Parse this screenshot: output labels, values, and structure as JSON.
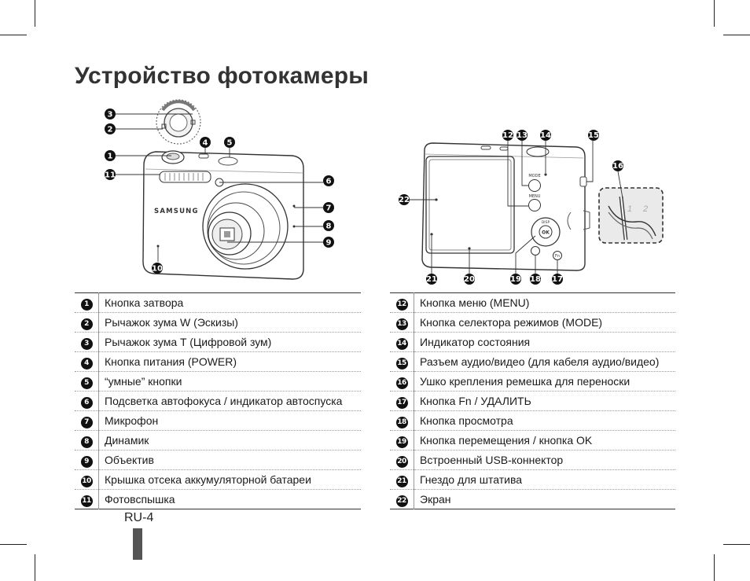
{
  "page": {
    "title": "Устройство фотокамеры",
    "page_number": "RU-4"
  },
  "front_figure": {
    "brand": "SAMSUNG",
    "callouts": [
      "1",
      "2",
      "3",
      "4",
      "5",
      "6",
      "7",
      "8",
      "9",
      "10",
      "11"
    ]
  },
  "back_figure": {
    "button_labels": {
      "mode": "MODE",
      "menu": "MENU",
      "disp": "DISP",
      "ok": "OK",
      "fn": "Fn"
    },
    "strap_steps": [
      "1",
      "2"
    ],
    "callouts": [
      "12",
      "13",
      "14",
      "15",
      "16",
      "17",
      "18",
      "19",
      "20",
      "21",
      "22"
    ]
  },
  "left_legend": [
    {
      "num": "1",
      "label": "Кнопка затвора"
    },
    {
      "num": "2",
      "label": "Рычажок зума W (Эскизы)"
    },
    {
      "num": "3",
      "label": "Рычажок зума T (Цифровой зум)"
    },
    {
      "num": "4",
      "label": "Кнопка питания (POWER)"
    },
    {
      "num": "5",
      "label": "“умные” кнопки"
    },
    {
      "num": "6",
      "label": "Подсветка автофокуса / индикатор автоспуска"
    },
    {
      "num": "7",
      "label": "Микрофон"
    },
    {
      "num": "8",
      "label": "Динамик"
    },
    {
      "num": "9",
      "label": "Объектив"
    },
    {
      "num": "10",
      "label": "Крышка отсека аккумуляторной батареи"
    },
    {
      "num": "11",
      "label": "Фотовспышка"
    }
  ],
  "right_legend": [
    {
      "num": "12",
      "label": "Кнопка меню (MENU)"
    },
    {
      "num": "13",
      "label": "Кнопка селектора режимов (MODE)"
    },
    {
      "num": "14",
      "label": "Индикатор состояния"
    },
    {
      "num": "15",
      "label": "Разъем аудио/видео (для кабеля аудио/видео)"
    },
    {
      "num": "16",
      "label": "Ушко крепления ремешка для переноски"
    },
    {
      "num": "17",
      "label": "Кнопка Fn / УДАЛИТЬ"
    },
    {
      "num": "18",
      "label": "Кнопка просмотра"
    },
    {
      "num": "19",
      "label": "Кнопка перемещения / кнопка OK"
    },
    {
      "num": "20",
      "label": "Встроенный USB-коннектор"
    },
    {
      "num": "21",
      "label": "Гнездо для штатива"
    },
    {
      "num": "22",
      "label": "Экран"
    }
  ]
}
